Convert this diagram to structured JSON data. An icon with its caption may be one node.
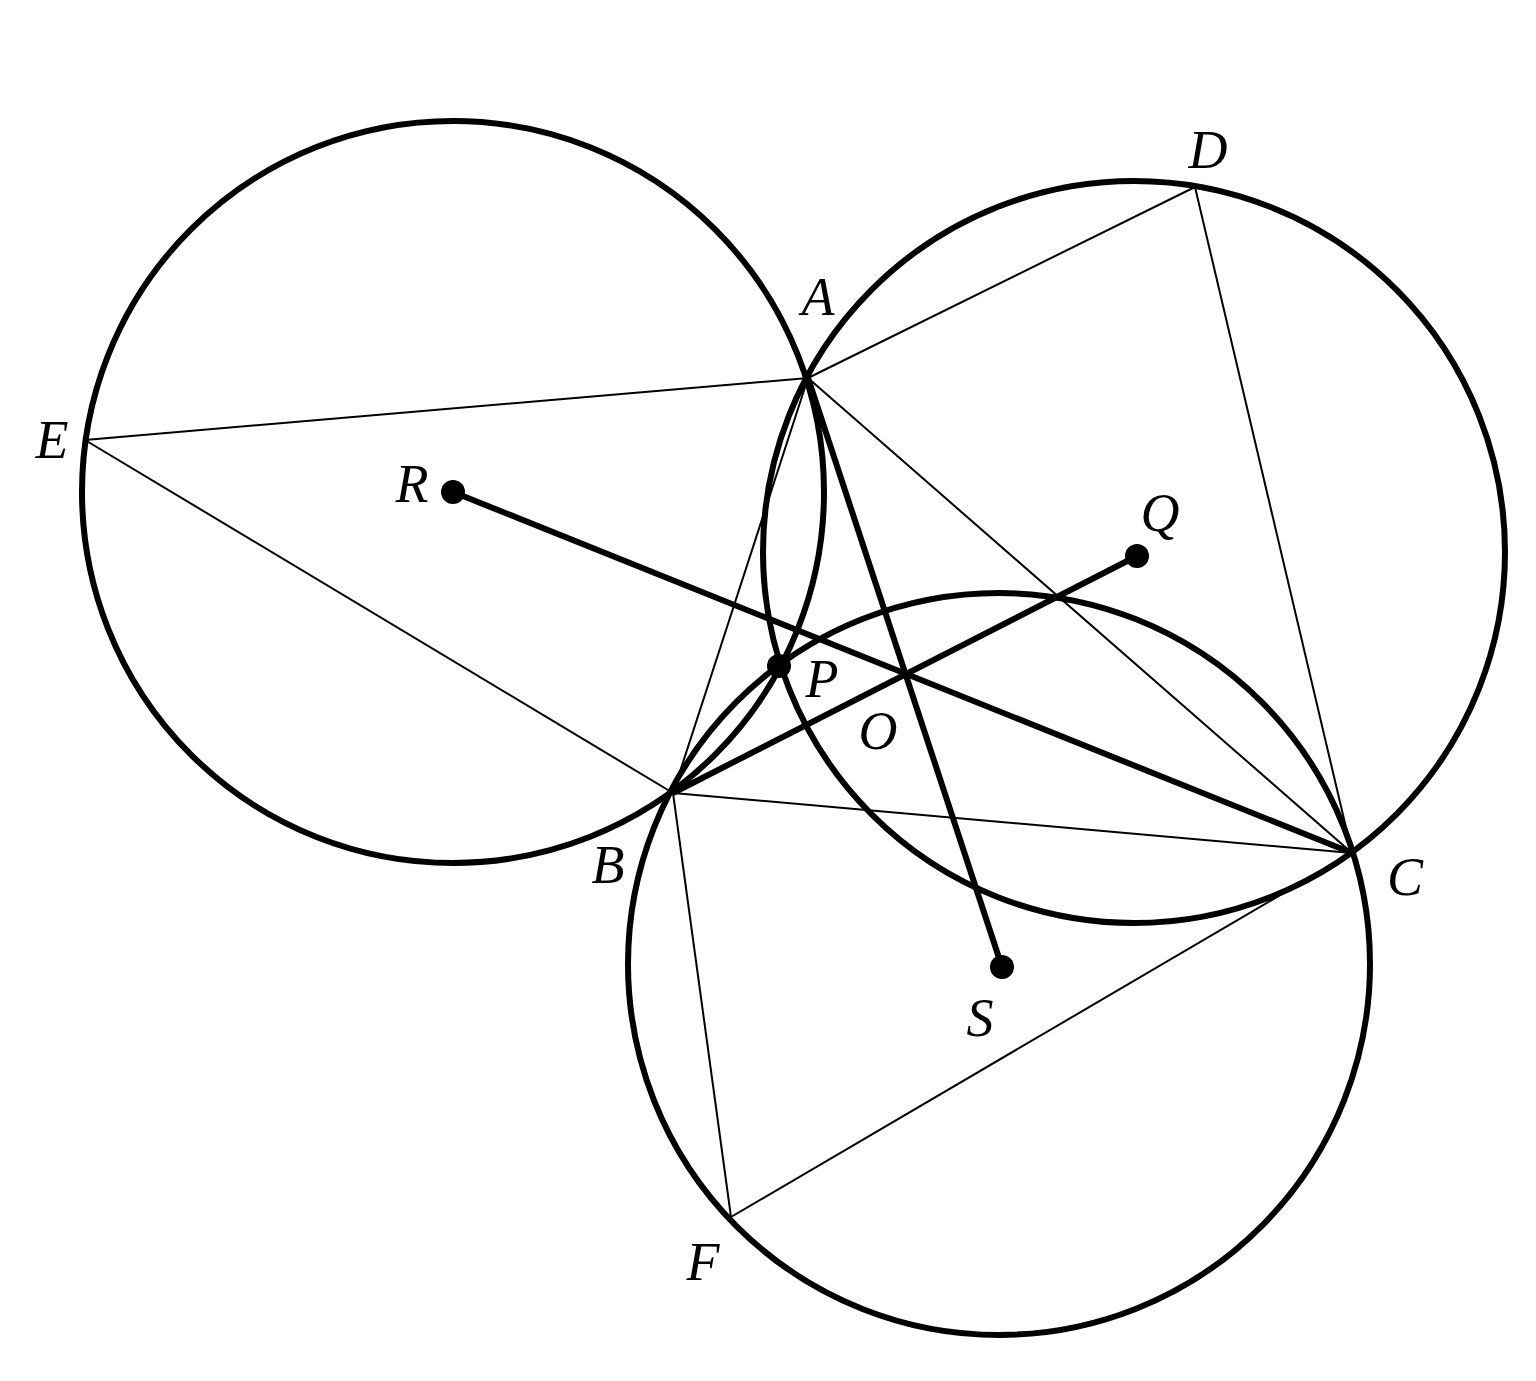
{
  "diagram": {
    "nodes": [
      {
        "text": [
          "A"
        ]
      },
      {
        "text": [
          "B"
        ]
      },
      {
        "text": [
          "C"
        ]
      },
      {
        "text": [
          "D"
        ]
      },
      {
        "text": [
          "E"
        ]
      },
      {
        "text": [
          "F"
        ]
      },
      {
        "text": [
          "O"
        ]
      },
      {
        "text": [
          "P"
        ]
      },
      {
        "text": [
          "Q"
        ]
      },
      {
        "text": [
          "R"
        ]
      },
      {
        "text": [
          "S"
        ]
      }
    ],
    "edges": [
      {
        "from": 4,
        "to": 0,
        "arrow": "none"
      },
      {
        "from": 0,
        "to": 3,
        "arrow": "none"
      },
      {
        "from": 0,
        "to": 1,
        "arrow": "none"
      },
      {
        "from": 0,
        "to": 2,
        "arrow": "none"
      },
      {
        "from": 4,
        "to": 1,
        "arrow": "none"
      },
      {
        "from": 3,
        "to": 2,
        "arrow": "none"
      },
      {
        "from": 1,
        "to": 2,
        "arrow": "none"
      },
      {
        "from": 1,
        "to": 5,
        "arrow": "none"
      },
      {
        "from": 5,
        "to": 2,
        "arrow": "none"
      },
      {
        "from": 9,
        "to": 2,
        "arrow": "none",
        "style": "thick"
      },
      {
        "from": 1,
        "to": 8,
        "arrow": "none",
        "style": "thick"
      },
      {
        "from": 0,
        "to": 10,
        "arrow": "none",
        "style": "thick"
      }
    ]
  }
}
